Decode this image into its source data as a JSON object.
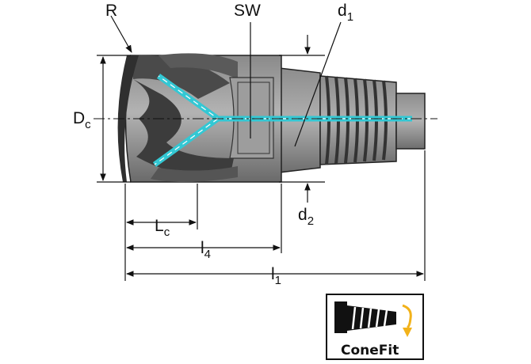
{
  "labels": {
    "radius": {
      "main": "R"
    },
    "wrench_flats": {
      "main": "SW"
    },
    "cutting_diameter": {
      "main": "D",
      "sub": "c"
    },
    "thread_diameter": {
      "main": "d",
      "sub": "1"
    },
    "neck_diameter": {
      "main": "d",
      "sub": "2"
    },
    "cutting_length": {
      "main": "L",
      "sub": "c"
    },
    "head_length": {
      "main": "l",
      "sub": "4"
    },
    "total_length": {
      "main": "l",
      "sub": "1"
    }
  },
  "badge": {
    "text": "ConeFit",
    "icon": "conefit-thread-arrow-icon"
  },
  "colors": {
    "body_dark": "#3f3f3f",
    "body_mid": "#7d7d7d",
    "body_light": "#a9a9a9",
    "coolant": "#33c8d4",
    "arrow": "#f2b21a",
    "line": "#111111"
  }
}
